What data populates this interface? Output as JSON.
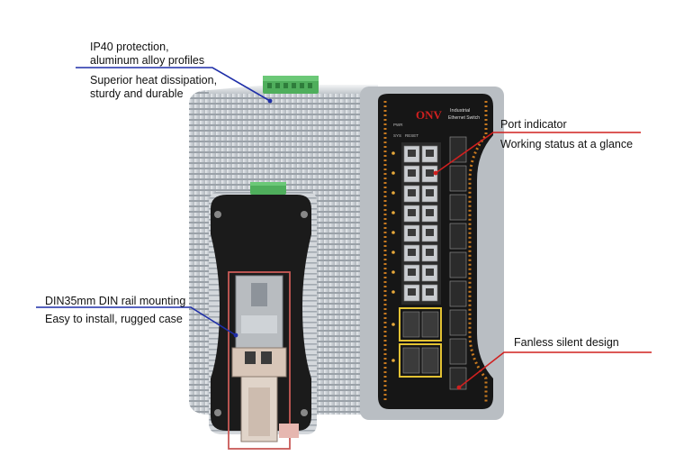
{
  "callouts": {
    "ip40_line1": "IP40 protection,",
    "ip40_line2": "aluminum alloy profiles",
    "heat_line1": "Superior heat dissipation,",
    "heat_line2": "sturdy and durable",
    "port_indicator": "Port indicator",
    "working_status": "Working status at a glance",
    "din_rail": "DIN35mm DIN rail mounting",
    "easy_install": "Easy to install, rugged case",
    "fanless": "Fanless silent design"
  },
  "device": {
    "brand": "ONV",
    "label_line1": "Industrial",
    "label_line2": "Ethernet Switch",
    "led_pwr": "PWR",
    "led_sys": "SYS",
    "reset": "RESET"
  },
  "colors": {
    "callout_line_blue": "#1f2fa8",
    "callout_line_red": "#d0201f",
    "panel_black": "#161616",
    "panel_trim": "#c8791f",
    "aluminum": "#cfd3d7",
    "terminal_green": "#4fae5c",
    "din_clip_red": "#c95a57"
  }
}
